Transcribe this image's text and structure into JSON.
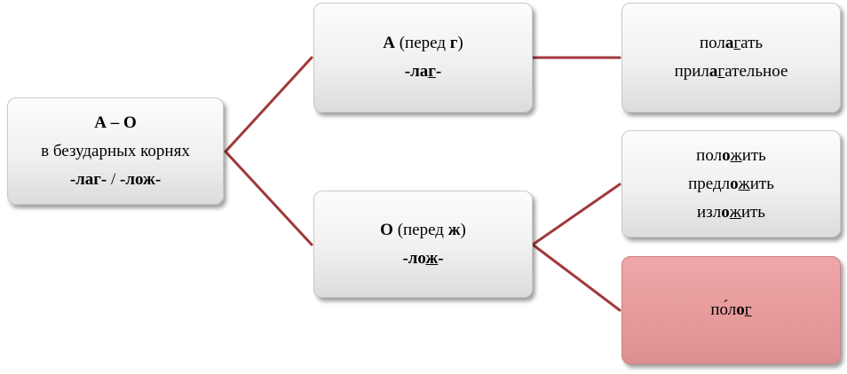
{
  "root": {
    "line1": {
      "bold": "А – О"
    },
    "line2": {
      "text": "в безударных корнях"
    },
    "line3": {
      "lag": "-лаг-",
      "sep": " / ",
      "lozh": "-лож-"
    }
  },
  "branch_a": {
    "line1": {
      "letter": "А",
      "open": " (перед ",
      "cond": "г",
      "close": ")"
    },
    "line2": {
      "pre": "-ла",
      "under": "г",
      "post": "-"
    }
  },
  "branch_o": {
    "line1": {
      "letter": "О",
      "open": " (перед ",
      "cond": "ж",
      "close": ")"
    },
    "line2": {
      "pre": "-ло",
      "under": "ж",
      "post": "-"
    }
  },
  "examples_a": [
    {
      "pre": "пол",
      "bold": "а",
      "under": "г",
      "post": "ать"
    },
    {
      "pre": "прил",
      "bold": "а",
      "under": "г",
      "post": "ательное"
    }
  ],
  "examples_o": [
    {
      "pre": "пол",
      "bold": "о",
      "under": "ж",
      "post": "ить"
    },
    {
      "pre": "предл",
      "bold": "о",
      "under": "ж",
      "post": "ить"
    },
    {
      "pre": "изл",
      "bold": "о",
      "under": "ж",
      "post": "ить"
    }
  ],
  "exception": {
    "pre": "по́л",
    "bold": "о",
    "under": "г",
    "post": ""
  },
  "colors": {
    "connector": "#a0393b",
    "box_fill": "#f0f0f0",
    "exception_fill": "#e79b9b"
  }
}
